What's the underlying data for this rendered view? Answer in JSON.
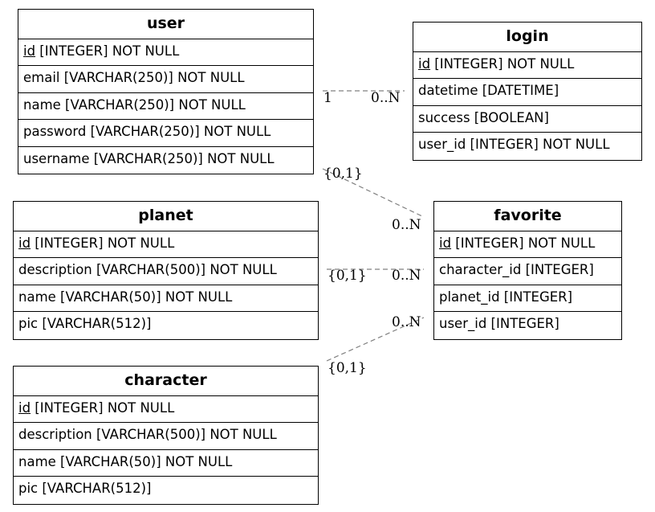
{
  "entities": {
    "user": {
      "name": "user",
      "attributes": [
        {
          "pk": "id",
          "rest": " [INTEGER] NOT NULL"
        },
        {
          "pk": "",
          "rest": "email [VARCHAR(250)] NOT NULL"
        },
        {
          "pk": "",
          "rest": "name [VARCHAR(250)] NOT NULL"
        },
        {
          "pk": "",
          "rest": "password [VARCHAR(250)] NOT NULL"
        },
        {
          "pk": "",
          "rest": "username [VARCHAR(250)] NOT NULL"
        }
      ]
    },
    "login": {
      "name": "login",
      "attributes": [
        {
          "pk": "id",
          "rest": " [INTEGER] NOT NULL"
        },
        {
          "pk": "",
          "rest": "datetime [DATETIME]"
        },
        {
          "pk": "",
          "rest": "success [BOOLEAN]"
        },
        {
          "pk": "",
          "rest": "user_id [INTEGER] NOT NULL"
        }
      ]
    },
    "planet": {
      "name": "planet",
      "attributes": [
        {
          "pk": "id",
          "rest": " [INTEGER] NOT NULL"
        },
        {
          "pk": "",
          "rest": "description [VARCHAR(500)] NOT NULL"
        },
        {
          "pk": "",
          "rest": "name [VARCHAR(50)] NOT NULL"
        },
        {
          "pk": "",
          "rest": "pic [VARCHAR(512)]"
        }
      ]
    },
    "favorite": {
      "name": "favorite",
      "attributes": [
        {
          "pk": "id",
          "rest": " [INTEGER] NOT NULL"
        },
        {
          "pk": "",
          "rest": "character_id [INTEGER]"
        },
        {
          "pk": "",
          "rest": "planet_id [INTEGER]"
        },
        {
          "pk": "",
          "rest": "user_id [INTEGER]"
        }
      ]
    },
    "character": {
      "name": "character",
      "attributes": [
        {
          "pk": "id",
          "rest": " [INTEGER] NOT NULL"
        },
        {
          "pk": "",
          "rest": "description [VARCHAR(500)] NOT NULL"
        },
        {
          "pk": "",
          "rest": "name [VARCHAR(50)] NOT NULL"
        },
        {
          "pk": "",
          "rest": "pic [VARCHAR(512)]"
        }
      ]
    }
  },
  "relationships": [
    {
      "from": "user",
      "to": "login",
      "from_card": "1",
      "to_card": "0..N"
    },
    {
      "from": "user",
      "to": "favorite",
      "from_card": "{0,1}",
      "to_card": "0..N"
    },
    {
      "from": "planet",
      "to": "favorite",
      "from_card": "{0,1}",
      "to_card": "0..N"
    },
    {
      "from": "character",
      "to": "favorite",
      "from_card": "{0,1}",
      "to_card": "0..N"
    }
  ],
  "colors": {
    "line": "#808080",
    "border": "#000000",
    "background": "#ffffff"
  }
}
